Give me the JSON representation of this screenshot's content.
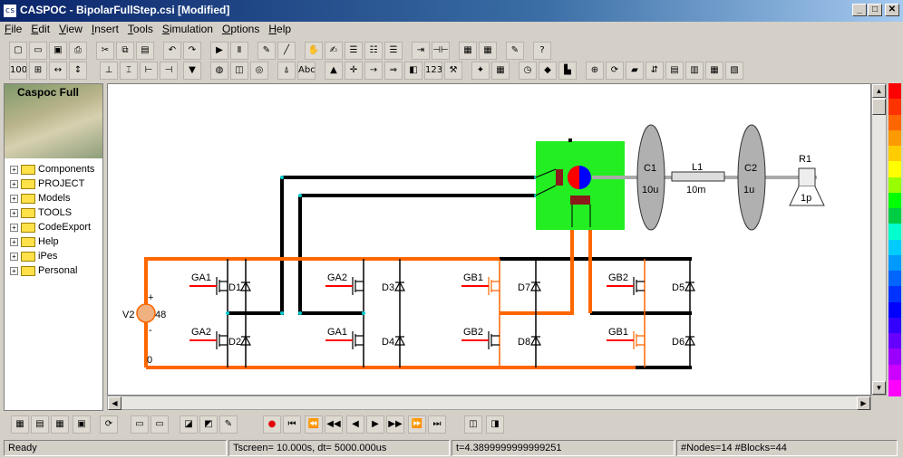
{
  "app": {
    "title": "CASPOC - BipolarFullStep.csi [Modified]",
    "icon_text": "cs"
  },
  "window_controls": {
    "minimize": "_",
    "maximize": "□",
    "close": "✕"
  },
  "menu": [
    "File",
    "Edit",
    "View",
    "Insert",
    "Tools",
    "Simulation",
    "Options",
    "Help"
  ],
  "menu_underline": [
    "F",
    "E",
    "V",
    "I",
    "T",
    "S",
    "O",
    "H"
  ],
  "toolbar1_icons": [
    "new-file-icon",
    "open-folder-icon",
    "save-icon",
    "print-icon",
    "cut-icon",
    "copy-icon",
    "paste-icon",
    "undo-icon",
    "redo-icon",
    "play-icon",
    "pause-icon",
    "pen-icon",
    "line-icon",
    "hand-icon",
    "draw-icon",
    "list-icon",
    "list2-icon",
    "list3-icon",
    "arrow-right-icon",
    "capacitor-icon",
    "component-icon",
    "component2-icon",
    "edit-block-icon",
    "help-icon"
  ],
  "toolbar2_labels": {
    "zoom": "100%",
    "text": "Abc",
    "num": "123"
  },
  "left_panel": {
    "brand": "Caspoc Full",
    "tree": [
      "Components",
      "PROJECT",
      "Models",
      "TOOLS",
      "CodeExport",
      "Help",
      "iPes",
      "Personal"
    ]
  },
  "schematic": {
    "labels": {
      "c1": "C1",
      "c1_val": "10u",
      "l1": "L1",
      "l1_val": "10m",
      "c2": "C2",
      "c2_val": "1u",
      "r1": "R1",
      "r1_val": "1p",
      "v2": "V2",
      "v2_val": "48",
      "plus": "+",
      "minus": "-",
      "ground": "0",
      "ga1_a": "GA1",
      "ga2_a": "GA2",
      "ga2_b": "GA2",
      "ga1_b": "GA1",
      "gb1_a": "GB1",
      "gb2_a": "GB2",
      "gb2_b": "GB2",
      "gb1_b": "GB1",
      "d1": "D1",
      "d2": "D2",
      "d3": "D3",
      "d4": "D4",
      "d5": "D5",
      "d6": "D6",
      "d7": "D7",
      "d8": "D8"
    },
    "colors": {
      "black_wire": "#000000",
      "orange_wire": "#ff6600",
      "motor_bg": "#22ee22",
      "cap": "#aaaaaa"
    }
  },
  "colorbar": [
    "#ff0000",
    "#ff3300",
    "#ff6600",
    "#ff9900",
    "#ffcc00",
    "#ffff00",
    "#99ff00",
    "#00ff00",
    "#00cc44",
    "#00ffcc",
    "#00ccff",
    "#0099ff",
    "#0066ff",
    "#0033ff",
    "#0000ff",
    "#3300ff",
    "#6600ff",
    "#9900ff",
    "#cc00ff",
    "#ff00ff"
  ],
  "status": {
    "ready": "Ready",
    "tscreen": "Tscreen= 10.000s, dt= 5000.000us",
    "time": "t=4.3899999999999251",
    "nodes": "#Nodes=14 #Blocks=44"
  }
}
